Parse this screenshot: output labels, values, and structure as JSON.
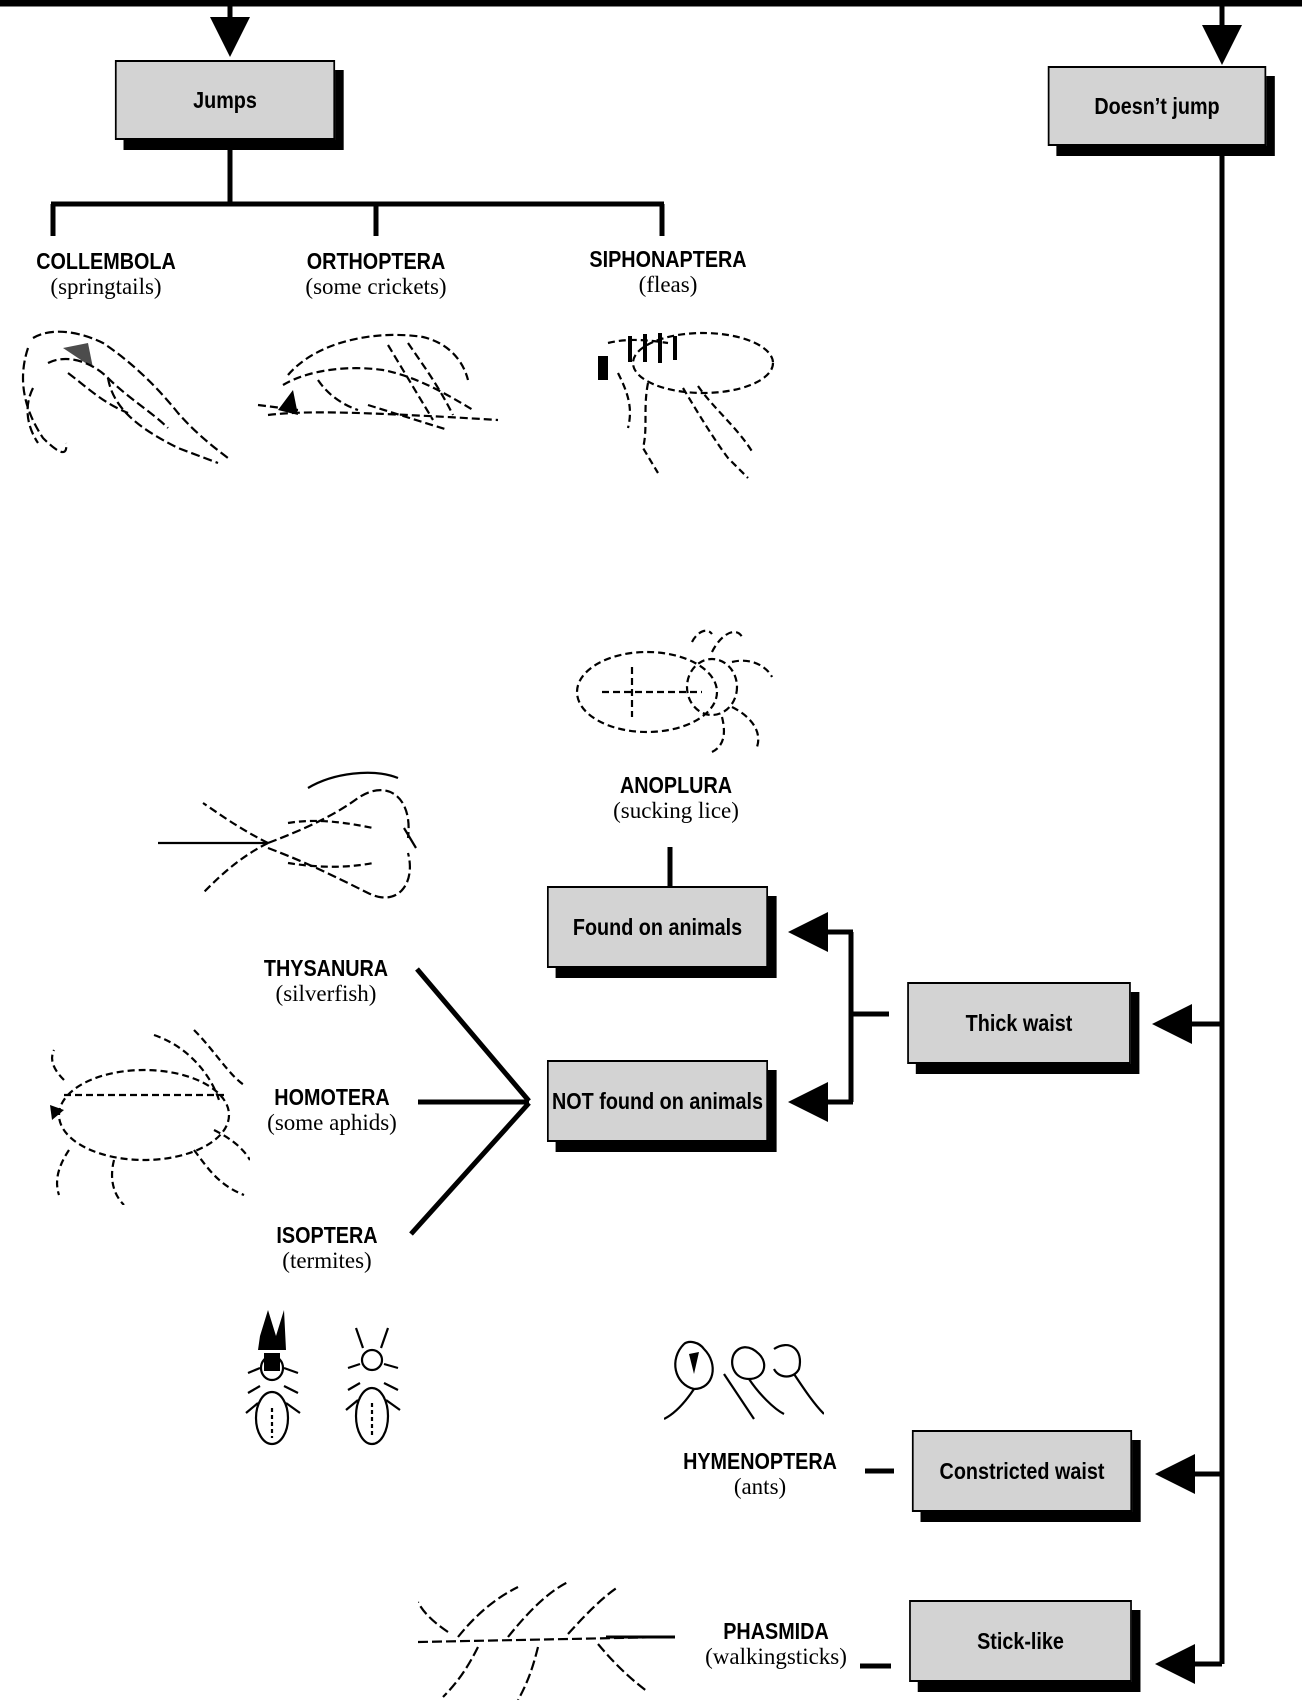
{
  "decisions": {
    "jumps": "Jumps",
    "doesnt_jump": "Doesn’t jump",
    "found_on_animals": "Found on animals",
    "not_found_on_animals": "NOT found on animals",
    "thick_waist": "Thick waist",
    "constricted_waist": "Constricted waist",
    "stick_like": "Stick-like"
  },
  "taxa": {
    "collembola": {
      "name": "COLLEMBOLA",
      "common": "(springtails)"
    },
    "orthoptera": {
      "name": "ORTHOPTERA",
      "common": "(some crickets)"
    },
    "siphonaptera": {
      "name": "SIPHONAPTERA",
      "common": "(fleas)"
    },
    "anoplura": {
      "name": "ANOPLURA",
      "common": "(sucking lice)"
    },
    "thysanura": {
      "name": "THYSANURA",
      "common": "(silverfish)"
    },
    "homotera": {
      "name": "HOMOTERA",
      "common": "(some aphids)"
    },
    "isoptera": {
      "name": "ISOPTERA",
      "common": "(termites)"
    },
    "hymenoptera": {
      "name": "HYMENOPTERA",
      "common": "(ants)"
    },
    "phasmida": {
      "name": "PHASMIDA",
      "common": "(walkingsticks)"
    }
  },
  "icons": {
    "springtail": "springtail-icon",
    "cricket": "cricket-icon",
    "flea": "flea-icon",
    "louse": "louse-icon",
    "silverfish": "silverfish-icon",
    "aphid": "aphid-icon",
    "termite": "termite-icon",
    "ant": "ant-icon",
    "walkingstick": "walkingstick-icon"
  },
  "colors": {
    "box_fill": "#d3d3d3",
    "line": "#000000"
  }
}
